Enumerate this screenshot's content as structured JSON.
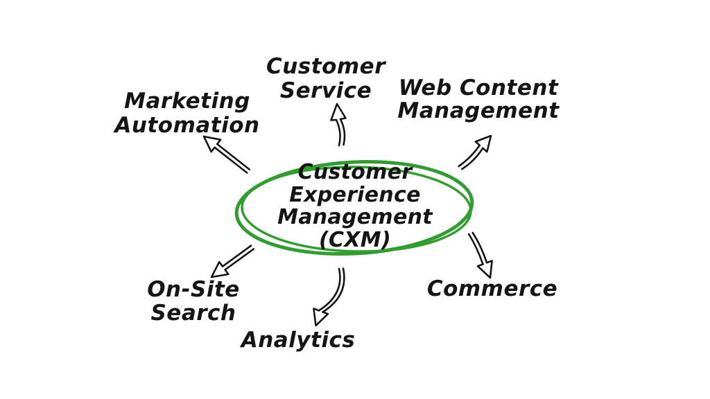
{
  "diagram": {
    "center": {
      "lines": [
        "Customer",
        "Experience",
        "Management",
        "(CXM)"
      ]
    },
    "nodes": [
      {
        "id": "marketing-automation",
        "lines": [
          "Marketing",
          "Automation"
        ]
      },
      {
        "id": "customer-service",
        "lines": [
          "Customer",
          "Service"
        ]
      },
      {
        "id": "web-content-management",
        "lines": [
          "Web Content",
          "Management"
        ]
      },
      {
        "id": "on-site-search",
        "lines": [
          "On-Site",
          "Search"
        ]
      },
      {
        "id": "analytics",
        "lines": [
          "Analytics"
        ]
      },
      {
        "id": "commerce",
        "lines": [
          "Commerce"
        ]
      }
    ],
    "colors": {
      "ellipse_stroke": "#2f9e2f",
      "text": "#151515",
      "arrow": "#151515",
      "background": "#ffffff"
    }
  }
}
